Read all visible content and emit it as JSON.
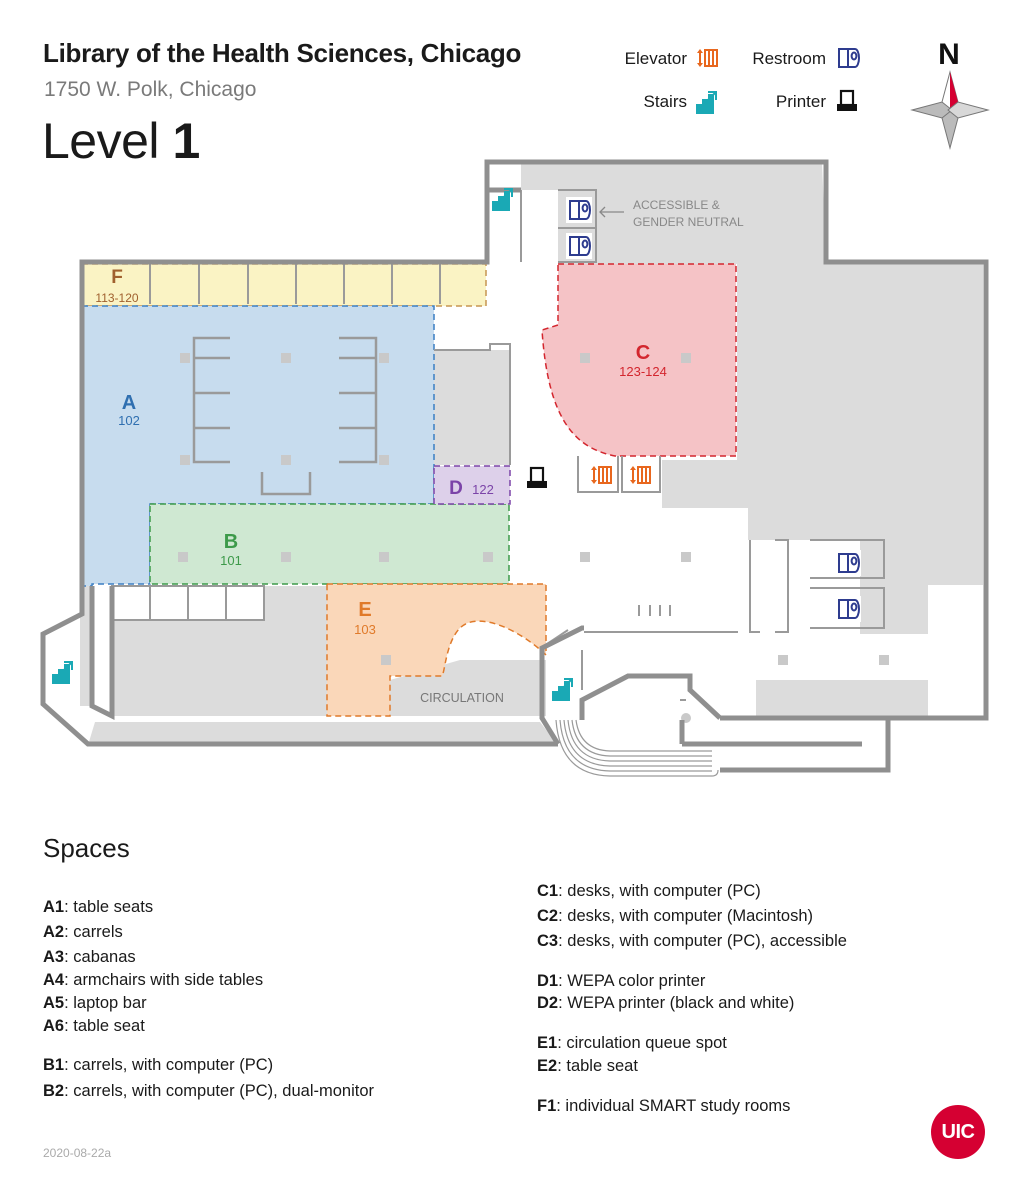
{
  "header": {
    "title": "Library of the Health Sciences, Chicago",
    "address": "1750 W. Polk, Chicago",
    "level_word": "Level",
    "level_number": "1"
  },
  "legend": {
    "elevator": "Elevator",
    "restroom": "Restroom",
    "stairs": "Stairs",
    "printer": "Printer"
  },
  "compass": {
    "north": "N"
  },
  "colors": {
    "A": "#c7dcee",
    "A_text": "#2f6fb0",
    "B": "#cfe8d2",
    "B_text": "#3d9a4a",
    "C": "#f5c3c6",
    "C_text": "#d3262e",
    "D": "#ddd0ea",
    "D_text": "#7b44a8",
    "E": "#fad7b9",
    "E_text": "#e07a2a",
    "F": "#faf3c4",
    "F_text": "#a0602e",
    "wall": "#8f8f8f",
    "gray_area": "#dcdcdc",
    "stairs_icon": "#1aa9b5",
    "elevator_icon": "#e8671e",
    "restroom_icon": "#2e3c8f"
  },
  "rooms": {
    "A": {
      "letter": "A",
      "number": "102"
    },
    "B": {
      "letter": "B",
      "number": "101"
    },
    "C": {
      "letter": "C",
      "number": "123-124"
    },
    "D": {
      "letter": "D",
      "number": "122"
    },
    "E": {
      "letter": "E",
      "number": "103"
    },
    "F": {
      "letter": "F",
      "number": "113-120"
    }
  },
  "map_labels": {
    "accessible_line1": "ACCESSIBLE &",
    "accessible_line2": "GENDER NEUTRAL",
    "circulation": "CIRCULATION"
  },
  "spaces": {
    "heading": "Spaces",
    "left": [
      {
        "code": "A1",
        "desc": ": table seats"
      },
      {
        "code": "A2",
        "desc": ": carrels"
      },
      {
        "code": "A3",
        "desc": ": cabanas"
      },
      {
        "code": "A4",
        "desc": ": armchairs with side tables"
      },
      {
        "code": "A5",
        "desc": ": laptop bar"
      },
      {
        "code": "A6",
        "desc": ": table seat"
      },
      {
        "code": "B1",
        "desc": ": carrels, with computer (PC)"
      },
      {
        "code": "B2",
        "desc": ": carrels, with computer (PC), dual-monitor"
      }
    ],
    "right": [
      {
        "code": "C1",
        "desc": ": desks, with computer (PC)"
      },
      {
        "code": "C2",
        "desc": ": desks, with computer (Macintosh)"
      },
      {
        "code": "C3",
        "desc": ": desks, with computer (PC), accessible"
      },
      {
        "code": "D1",
        "desc": ": WEPA color printer"
      },
      {
        "code": "D2",
        "desc": ": WEPA printer (black and white)"
      },
      {
        "code": "E1",
        "desc": ": circulation queue spot"
      },
      {
        "code": "E2",
        "desc": ": table seat"
      },
      {
        "code": "F1",
        "desc": ": individual SMART study rooms"
      }
    ]
  },
  "footer": {
    "version": "2020-08-22a",
    "logo": "UIC"
  }
}
